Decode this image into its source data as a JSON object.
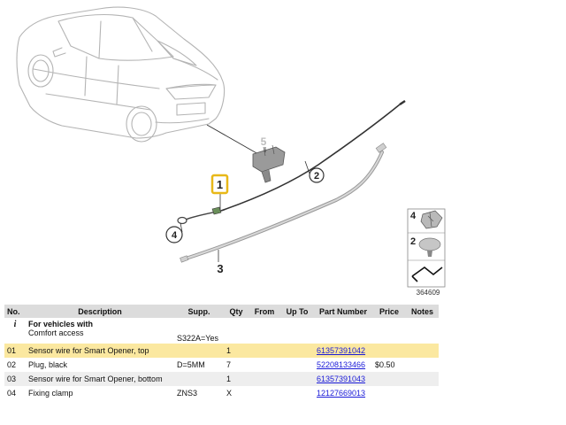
{
  "diagram": {
    "callouts": [
      "1",
      "2",
      "3",
      "4",
      "5"
    ],
    "ref_number": "364609",
    "legend_items": [
      "4",
      "2"
    ]
  },
  "table": {
    "headers": {
      "no": "No.",
      "description": "Description",
      "supp": "Supp.",
      "qty": "Qty",
      "from": "From",
      "upto": "Up To",
      "part_number": "Part Number",
      "price": "Price",
      "notes": "Notes"
    },
    "info_row": {
      "icon": "i",
      "line1": "For vehicles with",
      "line2": "Comfort access",
      "supp": "S322A=Yes"
    },
    "rows": [
      {
        "no": "01",
        "description": "Sensor wire for Smart Opener, top",
        "supp": "",
        "qty": "1",
        "from": "",
        "upto": "",
        "part_number": "61357391042",
        "price": "",
        "notes": ""
      },
      {
        "no": "02",
        "description": "Plug, black",
        "supp": "D=5MM",
        "qty": "7",
        "from": "",
        "upto": "",
        "part_number": "52208133466",
        "price": "$0.50",
        "notes": ""
      },
      {
        "no": "03",
        "description": "Sensor wire for Smart Opener, bottom",
        "supp": "",
        "qty": "1",
        "from": "",
        "upto": "",
        "part_number": "61357391043",
        "price": "",
        "notes": ""
      },
      {
        "no": "04",
        "description": "Fixing clamp",
        "supp": "ZNS3",
        "qty": "X",
        "from": "",
        "upto": "",
        "part_number": "12127669013",
        "price": "",
        "notes": ""
      }
    ]
  }
}
